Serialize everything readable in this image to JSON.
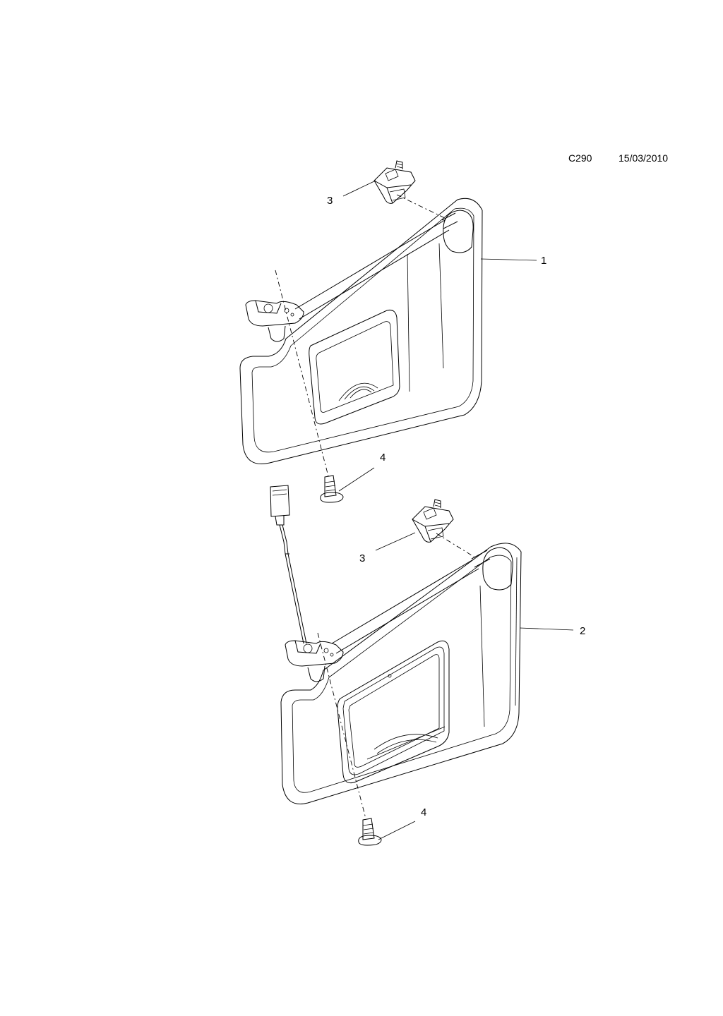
{
  "header": {
    "model_code": "C290",
    "date": "15/03/2010"
  },
  "callouts": {
    "visor_left_label": "1",
    "visor_right_label": "2",
    "upper_clip_label": "3",
    "lower_clip_label": "3",
    "upper_screw_label": "4",
    "lower_screw_label": "4"
  }
}
